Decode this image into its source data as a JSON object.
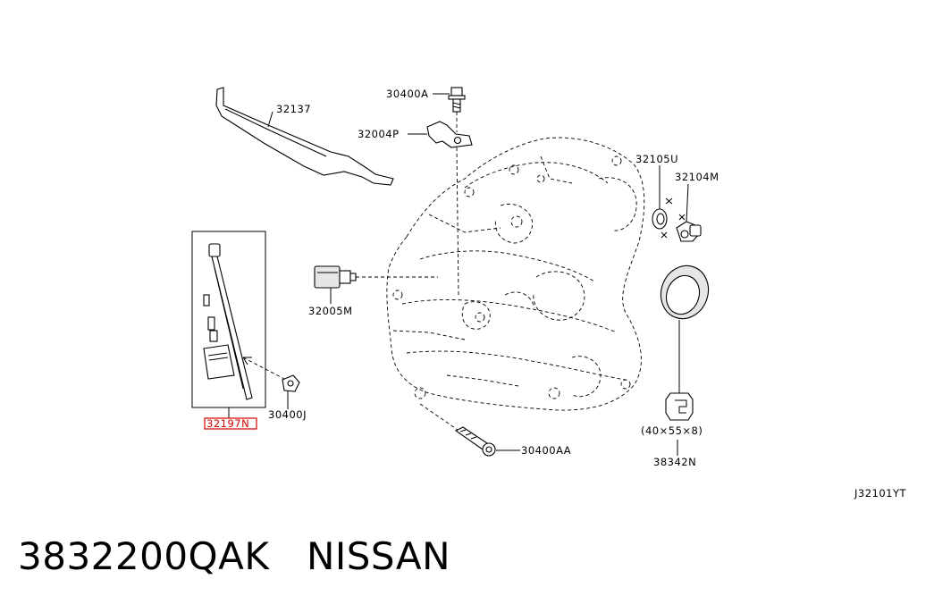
{
  "labels": {
    "p30400A": "30400A",
    "p32137": "32137",
    "p32004P": "32004P",
    "p32105U": "32105U",
    "p32104M": "32104M",
    "p32005M": "32005M",
    "p30400J": "30400J",
    "p32197N": "32197N",
    "p30400AA": "30400AA",
    "p38342N": "38342N",
    "seal_size": "(40×55×8)"
  },
  "diagram_code": "J32101YT",
  "caption": {
    "part_number": "3832200QAK",
    "brand": "NISSAN"
  }
}
